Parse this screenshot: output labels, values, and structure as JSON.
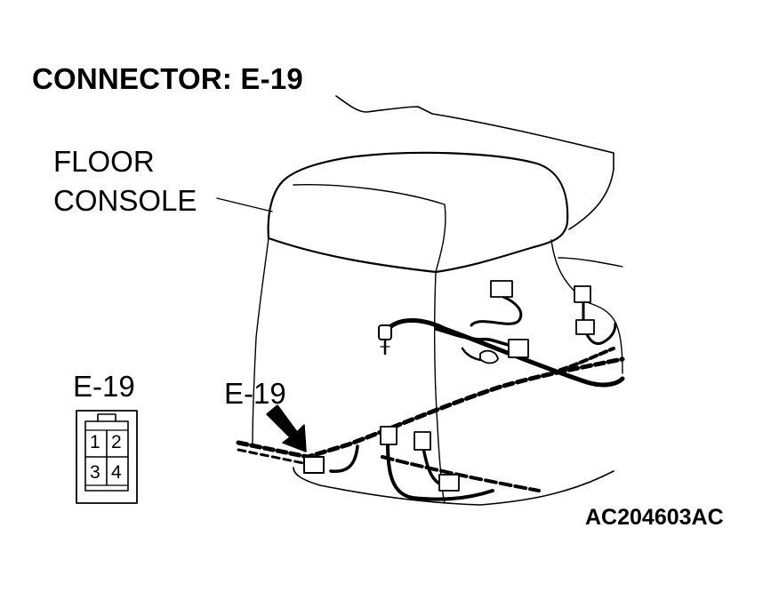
{
  "title": "CONNECTOR: E-19",
  "callouts": {
    "floor_console_line1": "FLOOR",
    "floor_console_line2": "CONSOLE",
    "connector_label_left": "E-19",
    "connector_label_arrow": "E-19"
  },
  "figure_code": "AC204603AC",
  "connector": {
    "pins": [
      "1",
      "2",
      "3",
      "4"
    ]
  }
}
